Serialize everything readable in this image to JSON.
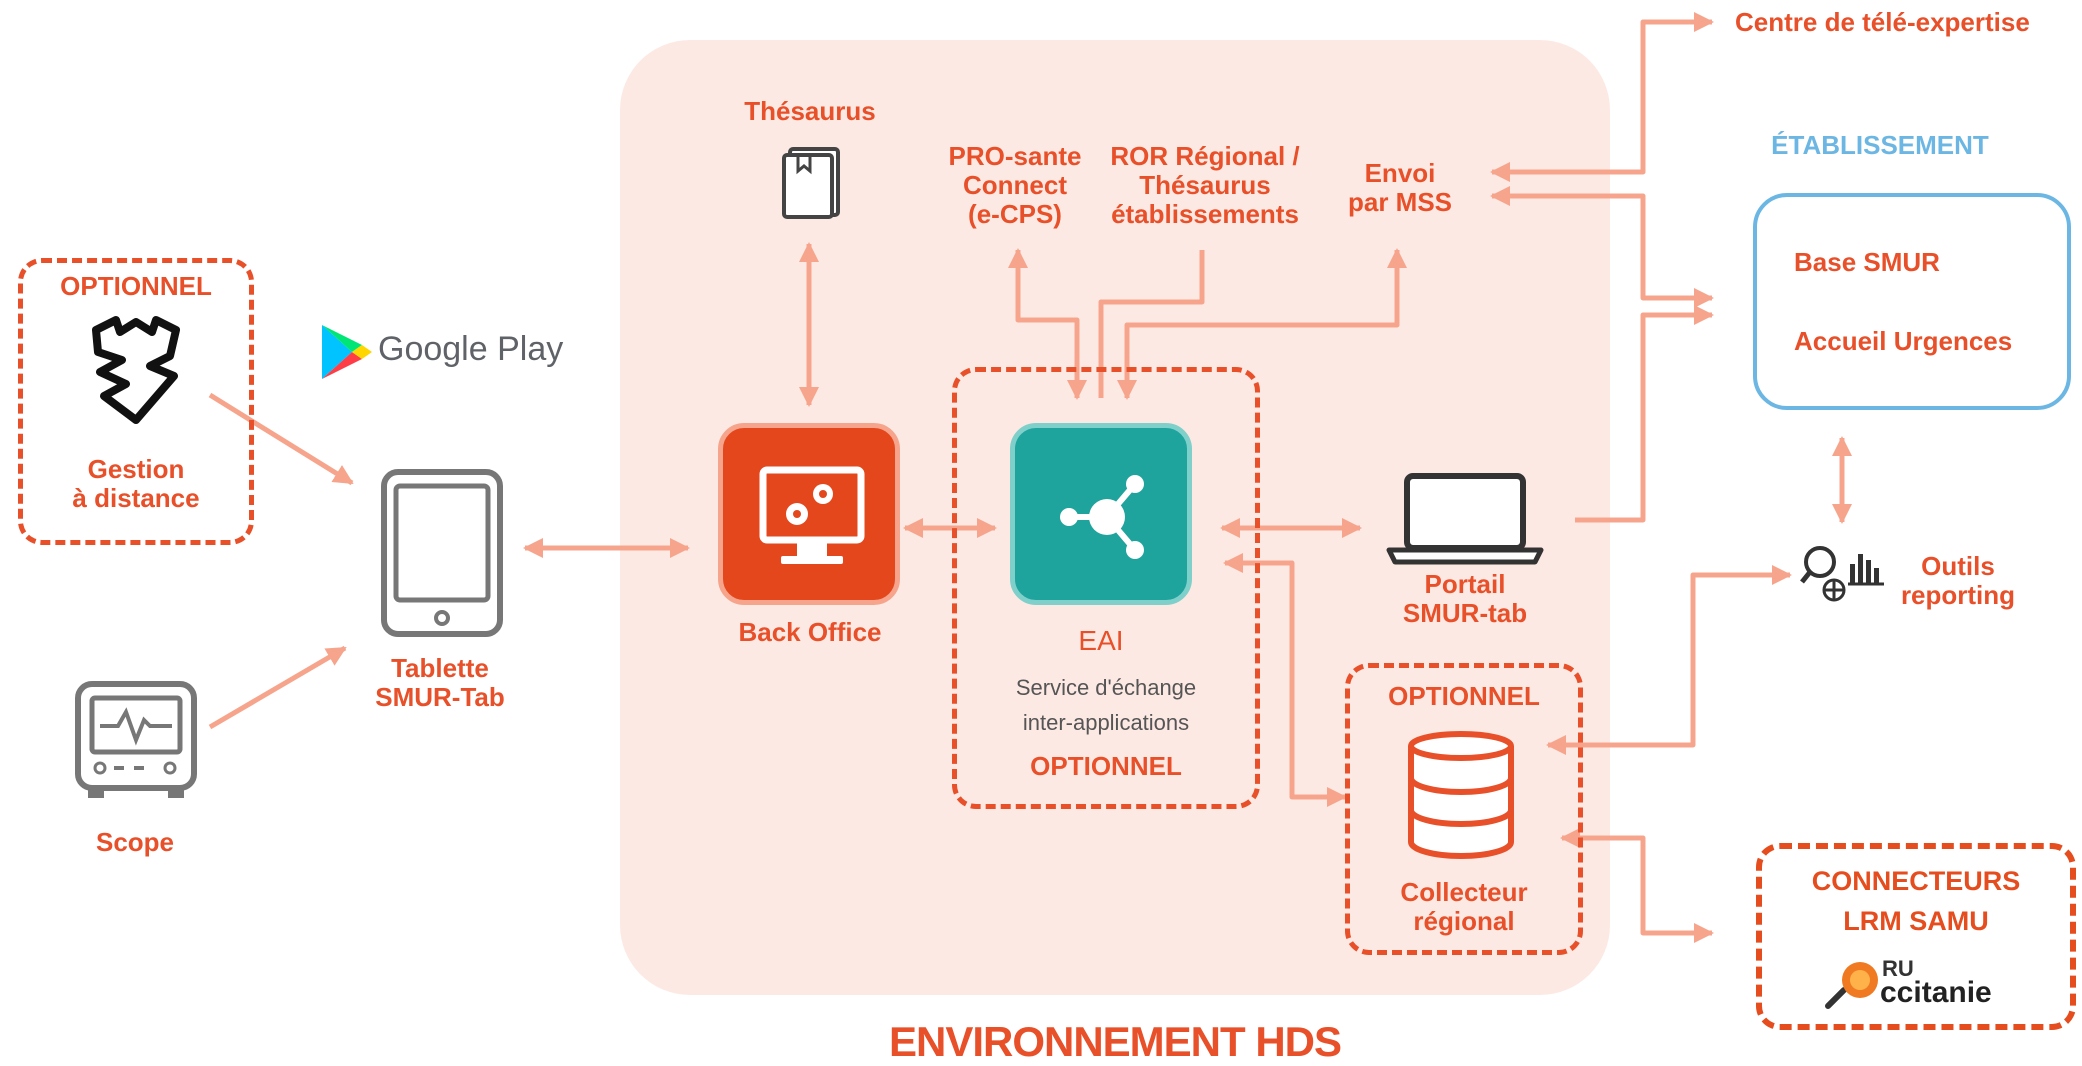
{
  "environment": {
    "label": "ENVIRONNEMENT HDS"
  },
  "optional_mgmt": {
    "tag": "OPTIONNEL",
    "label": "Gestion\nà distance"
  },
  "google_play": {
    "label": "Google Play"
  },
  "tablet": {
    "label": "Tablette\nSMUR-Tab"
  },
  "scope": {
    "label": "Scope"
  },
  "thesaurus": {
    "label": "Thésaurus"
  },
  "pro_sante": {
    "label": "PRO-sante\nConnect\n(e-CPS)"
  },
  "ror": {
    "label": "ROR Régional /\nThésaurus\nétablissements"
  },
  "mss": {
    "label": "Envoi\npar MSS"
  },
  "back_office": {
    "label": "Back Office"
  },
  "eai": {
    "title": "EAI",
    "desc": "Service d'échange\ninter-applications",
    "tag": "OPTIONNEL"
  },
  "portail": {
    "label": "Portail\nSMUR-tab"
  },
  "collecteur": {
    "tag": "OPTIONNEL",
    "label": "Collecteur\nrégional"
  },
  "tele_expertise": {
    "label": "Centre de télé-expertise"
  },
  "etablissement": {
    "title": "ÉTABLISSEMENT",
    "items": [
      "Base SMUR",
      "Accueil Urgences"
    ]
  },
  "reporting": {
    "label": "Outils\nreporting"
  },
  "connecteurs": {
    "line1": "CONNECTEURS",
    "line2": "LRM SAMU",
    "logo_text": "RU ccitanie"
  },
  "colors": {
    "accent": "#e8502a",
    "arrow": "#f6a58c",
    "eai_teal": "#1fa39d",
    "blue": "#6cb6e4",
    "env_bg": "#fde9e3"
  }
}
